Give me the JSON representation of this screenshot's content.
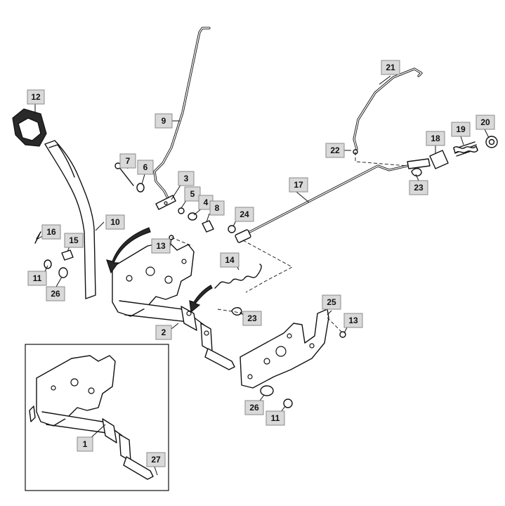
{
  "callouts": [
    {
      "label": "12"
    },
    {
      "label": "9"
    },
    {
      "label": "21"
    },
    {
      "label": "22"
    },
    {
      "label": "18"
    },
    {
      "label": "19"
    },
    {
      "label": "20"
    },
    {
      "label": "23"
    },
    {
      "label": "7"
    },
    {
      "label": "6"
    },
    {
      "label": "3"
    },
    {
      "label": "5"
    },
    {
      "label": "4"
    },
    {
      "label": "8"
    },
    {
      "label": "17"
    },
    {
      "label": "24"
    },
    {
      "label": "10"
    },
    {
      "label": "16"
    },
    {
      "label": "15"
    },
    {
      "label": "13"
    },
    {
      "label": "14"
    },
    {
      "label": "11"
    },
    {
      "label": "26"
    },
    {
      "label": "23"
    },
    {
      "label": "2"
    },
    {
      "label": "25"
    },
    {
      "label": "13"
    },
    {
      "label": "26"
    },
    {
      "label": "11"
    },
    {
      "label": "1"
    },
    {
      "label": "27"
    }
  ],
  "colors": {
    "line": "#111111",
    "callout_fill": "#d9d9d9",
    "callout_border": "#8a8a8a",
    "background": "#ffffff"
  }
}
